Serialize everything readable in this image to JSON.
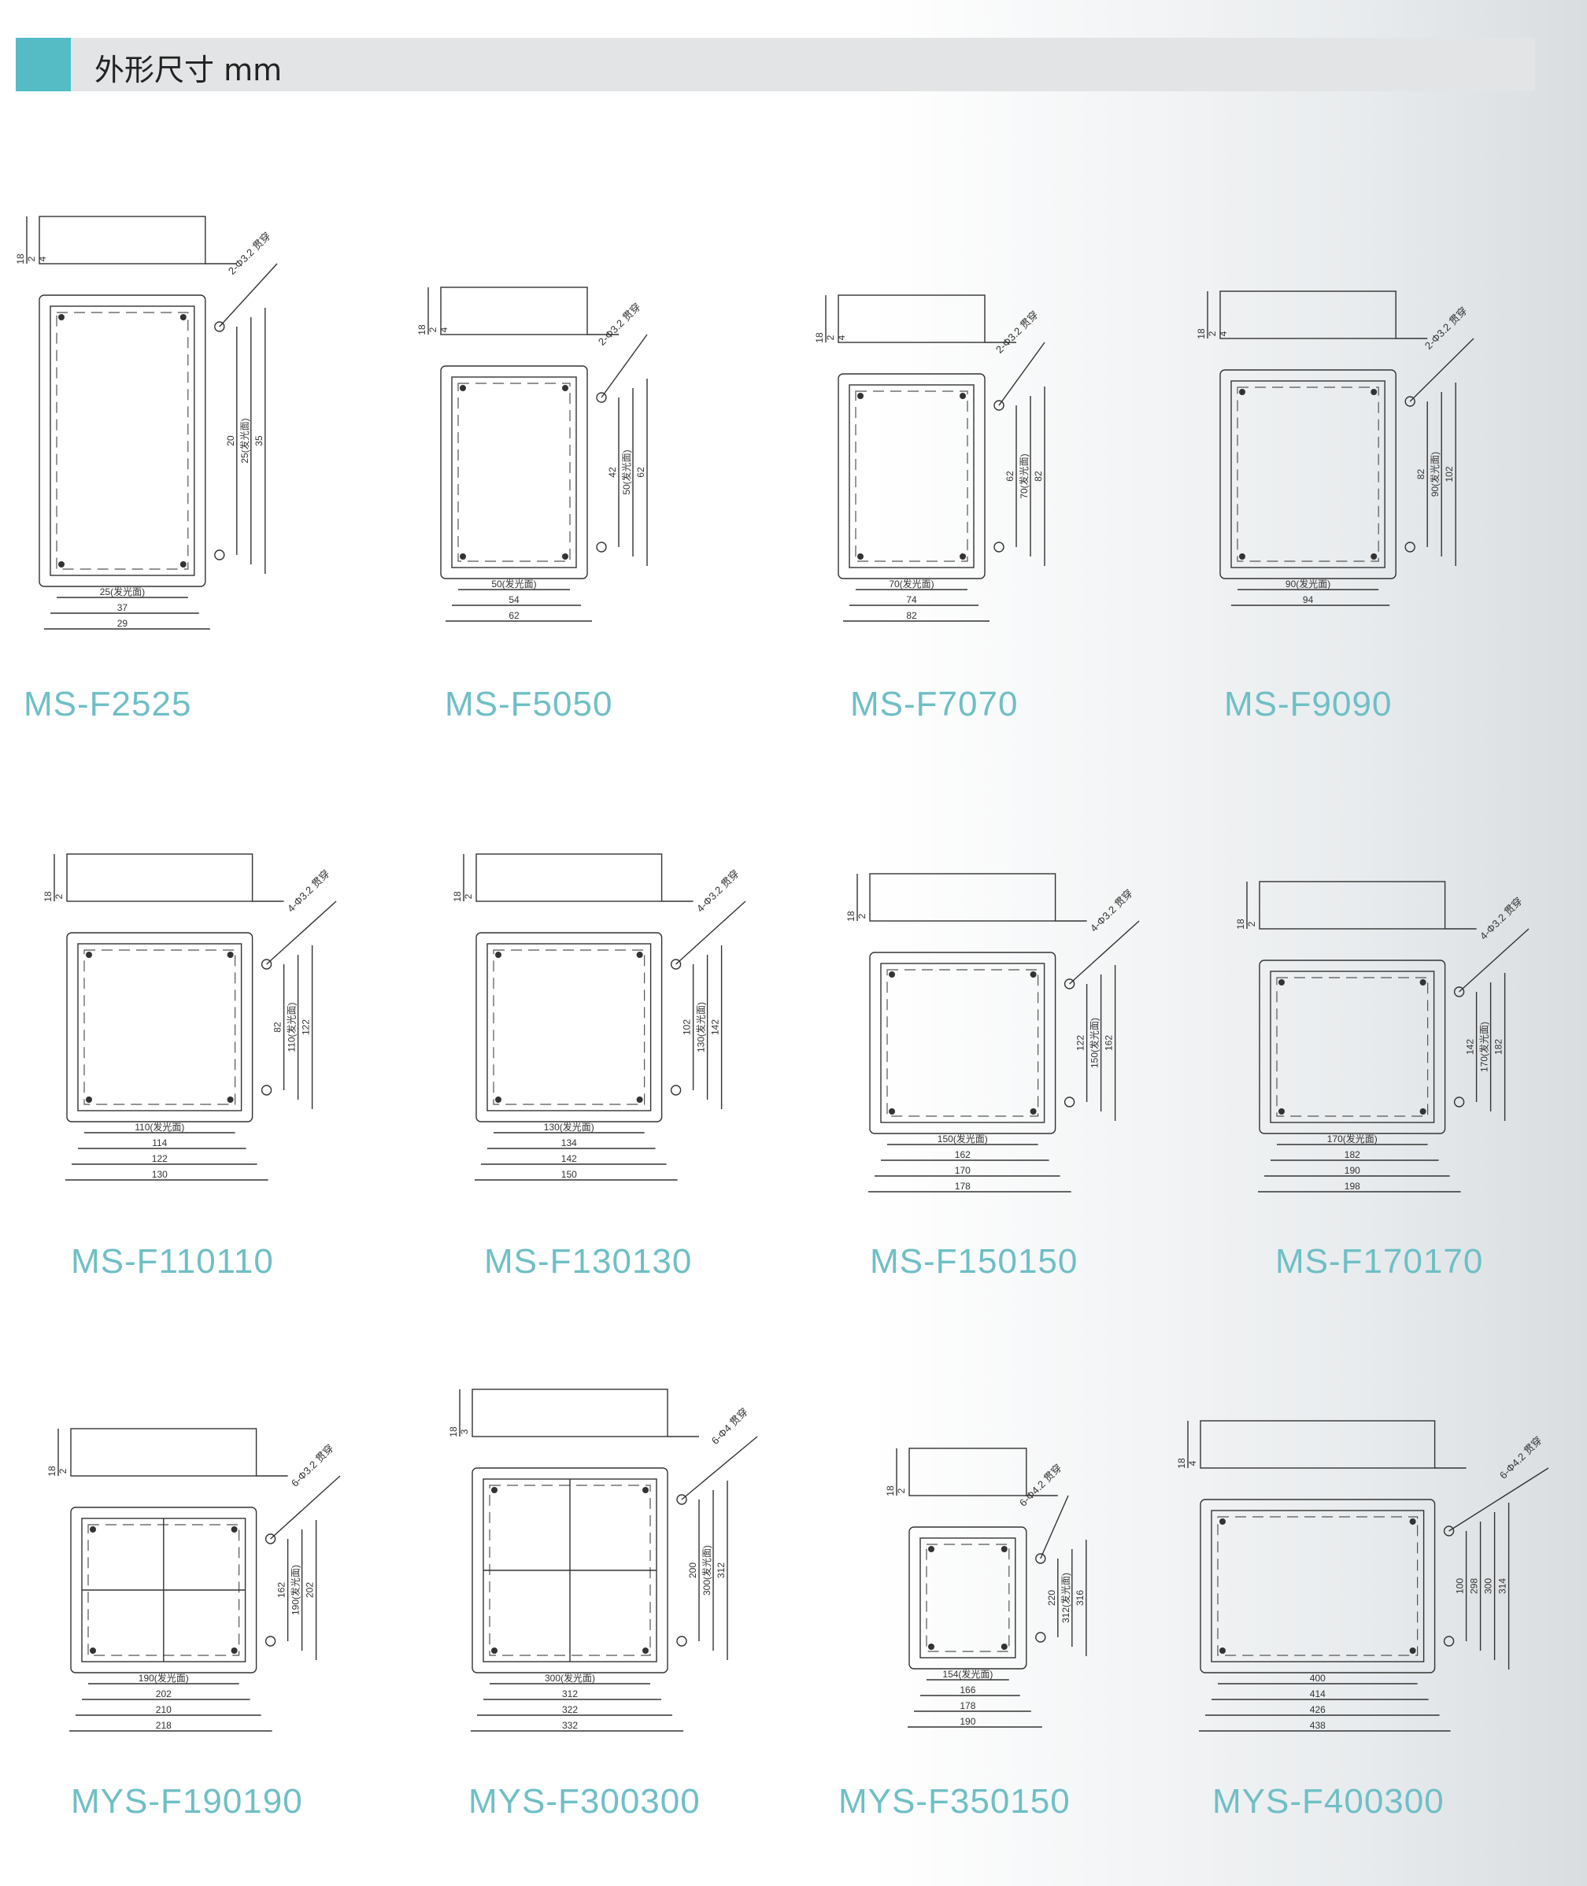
{
  "header": {
    "title": "外形尺寸 mm",
    "accent_color": "#55bcc6"
  },
  "model_color": "#6fbfc5",
  "products": [
    {
      "model": "MS-F2525",
      "holes": "2-Φ3.2",
      "area_label": "25(发光面)",
      "widths": [
        "37",
        "29"
      ],
      "heights": [
        "20",
        "25(发光面)",
        "35"
      ],
      "dims": [
        "18",
        "2",
        "4"
      ]
    },
    {
      "model": "MS-F5050",
      "holes": "2-Φ3.2",
      "area_label": "50(发光面)",
      "widths": [
        "54",
        "62"
      ],
      "heights": [
        "42",
        "50(发光面)",
        "62"
      ],
      "dims": [
        "18",
        "2",
        "4"
      ]
    },
    {
      "model": "MS-F7070",
      "holes": "2-Φ3.2",
      "area_label": "70(发光面)",
      "widths": [
        "74",
        "82"
      ],
      "heights": [
        "62",
        "70(发光面)",
        "82"
      ],
      "dims": [
        "18",
        "2",
        "4"
      ]
    },
    {
      "model": "MS-F9090",
      "holes": "2-Φ3.2",
      "area_label": "90(发光面)",
      "widths": [
        "94"
      ],
      "heights": [
        "82",
        "90(发光面)",
        "102"
      ],
      "dims": [
        "18",
        "2",
        "4"
      ]
    },
    {
      "model": "MS-F110110",
      "holes": "4-Φ3.2",
      "area_label": "110(发光面)",
      "widths": [
        "114",
        "122",
        "130"
      ],
      "heights": [
        "82",
        "110(发光面)",
        "122"
      ],
      "dims": [
        "18",
        "2"
      ]
    },
    {
      "model": "MS-F130130",
      "holes": "4-Φ3.2",
      "area_label": "130(发光面)",
      "widths": [
        "134",
        "142",
        "150"
      ],
      "heights": [
        "102",
        "130(发光面)",
        "142"
      ],
      "dims": [
        "18",
        "2"
      ]
    },
    {
      "model": "MS-F150150",
      "holes": "4-Φ3.2",
      "area_label": "150(发光面)",
      "widths": [
        "162",
        "170",
        "178"
      ],
      "heights": [
        "122",
        "150(发光面)",
        "162"
      ],
      "dims": [
        "18",
        "2"
      ]
    },
    {
      "model": "MS-F170170",
      "holes": "4-Φ3.2",
      "area_label": "170(发光面)",
      "widths": [
        "182",
        "190",
        "198"
      ],
      "heights": [
        "142",
        "170(发光面)",
        "182"
      ],
      "dims": [
        "18",
        "2"
      ]
    },
    {
      "model": "MYS-F190190",
      "holes": "6-Φ3.2",
      "area_label": "190(发光面)",
      "widths": [
        "202",
        "210",
        "218"
      ],
      "heights": [
        "162",
        "190(发光面)",
        "202"
      ],
      "dims": [
        "18",
        "2"
      ]
    },
    {
      "model": "MYS-F300300",
      "holes": "6-Φ4",
      "area_label": "300(发光面)",
      "widths": [
        "312",
        "322",
        "332"
      ],
      "heights": [
        "200",
        "300(发光面)",
        "312"
      ],
      "dims": [
        "18",
        "3"
      ]
    },
    {
      "model": "MYS-F350150",
      "holes": "6-Φ4.2",
      "area_label": "154(发光面)",
      "widths": [
        "166",
        "178",
        "190"
      ],
      "heights": [
        "220",
        "312(发光面)",
        "316"
      ],
      "dims": [
        "18",
        "2"
      ]
    },
    {
      "model": "MYS-F400300",
      "holes": "6-Φ4.2",
      "area_label": "400",
      "widths": [
        "414",
        "426",
        "438"
      ],
      "heights": [
        "100",
        "298",
        "300",
        "314"
      ],
      "dims": [
        "18",
        "4"
      ]
    }
  ]
}
